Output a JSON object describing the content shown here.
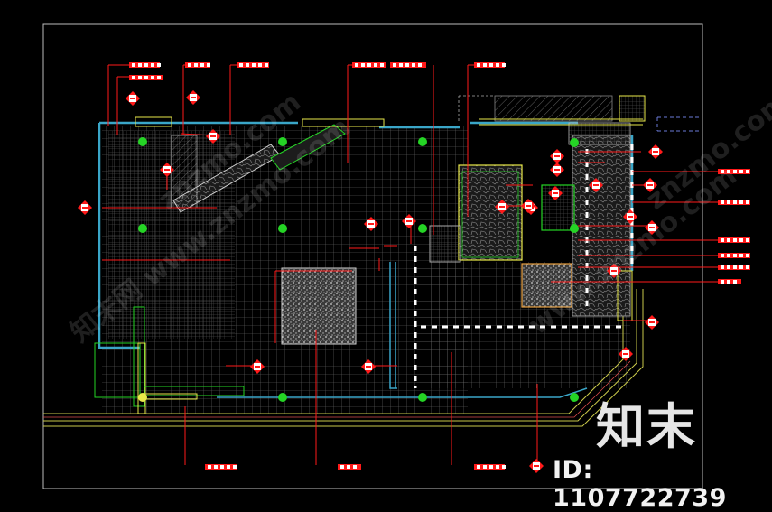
{
  "watermark": {
    "logo_text": "知末",
    "id_text": "ID: 1107722739",
    "diagonal_texts": [
      "知末网 www.znzmo.com",
      "znzmo.com",
      "www.znzmo.com",
      "znzmo.com"
    ]
  },
  "colors": {
    "background": "#000000",
    "frame": "#bfbfbf",
    "leader": "#ff1a1a",
    "wall": "#3aa6c8",
    "grid": "#7a7a7a",
    "yellow": "#e8e84a",
    "green": "#25d425",
    "white": "#ffffff"
  },
  "drawing": {
    "type": "cad-landscape-floor-plan",
    "callout_count": 30
  }
}
